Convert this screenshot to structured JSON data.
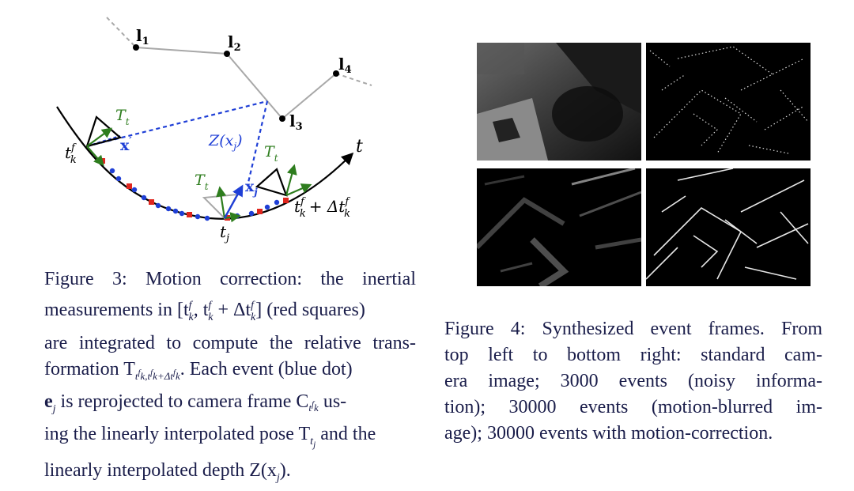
{
  "diagram": {
    "landmarks": [
      "l",
      "l",
      "l",
      "l"
    ],
    "landmark_indices": [
      "1",
      "2",
      "3",
      "4"
    ],
    "time_axis_label": "t",
    "t_kf": "t",
    "t_kf_sup": "f",
    "t_kf_sub": "k",
    "t_kf_plus": "+ Δt",
    "t_j": "t",
    "t_j_sub": "j",
    "T_tkf": "T",
    "T_tj": "T",
    "T_tkf_dt": "T",
    "x_j_prime": "x",
    "x_j": "x",
    "Z_xj": "Z(x"
  },
  "figure3": {
    "lines": [
      "Figure 3: Motion correction: the inertial",
      "measurements in [t",
      "are integrated to compute the relative trans-",
      "formation T",
      "e",
      "ing the linearly interpolated pose T",
      "linearly interpolated depth Z(x"
    ],
    "line2_tail": "] (red squares)",
    "line4_tail": ". Each event (blue dot)",
    "line5_tail": " is reprojected to camera frame C",
    "line5_end": " us-",
    "line6_tail": " and the",
    "line7_tail": ")."
  },
  "figure4": {
    "lines": [
      "Figure 4: Synthesized event frames. From",
      "top left to bottom right: standard cam-",
      "era image; 3000 events (noisy informa-",
      "tion); 30000 events (motion-blurred im-",
      "age); 30000 events with motion-correction."
    ]
  },
  "colors": {
    "caption_text": "#1a1d4a",
    "event_blue": "#1f3fd6",
    "imu_red": "#e0261e",
    "pose_green": "#2e7d1e",
    "landmark_gray": "#a8a8a8"
  }
}
